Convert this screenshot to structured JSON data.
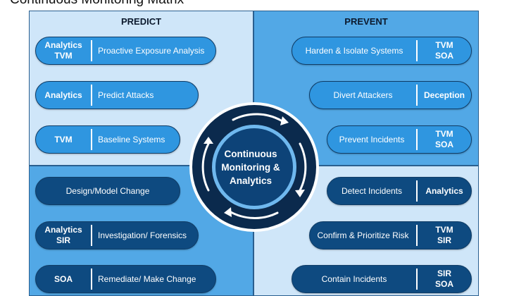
{
  "title": "Continuous Monitoring Matrix",
  "quadrants": {
    "predict": {
      "header": "PREDICT"
    },
    "prevent": {
      "header": "PREVENT"
    }
  },
  "center": {
    "line1": "Continuous",
    "line2": "Monitoring &",
    "line3": "Analytics"
  },
  "pills": {
    "tl1": {
      "tag1": "Analytics",
      "tag2": "TVM",
      "label": "Proactive Exposure Analysis"
    },
    "tl2": {
      "tag1": "Analytics",
      "label": "Predict Attacks"
    },
    "tl3": {
      "tag1": "TVM",
      "label": "Baseline Systems"
    },
    "tr1": {
      "tag1": "TVM",
      "tag2": "SOA",
      "label": "Harden & Isolate Systems"
    },
    "tr2": {
      "tag1": "Deception",
      "label": "Divert Attackers"
    },
    "tr3": {
      "tag1": "TVM",
      "tag2": "SOA",
      "label": "Prevent Incidents"
    },
    "bl1": {
      "label": "Design/Model Change"
    },
    "bl2": {
      "tag1": "Analytics",
      "tag2": "SIR",
      "label": "Investigation/ Forensics"
    },
    "bl3": {
      "tag1": "SOA",
      "label": "Remediate/ Make Change"
    },
    "br1": {
      "tag1": "Analytics",
      "label": "Detect Incidents"
    },
    "br2": {
      "tag1": "TVM",
      "tag2": "SIR",
      "label": "Confirm & Prioritize Risk"
    },
    "br3": {
      "tag1": "SIR",
      "tag2": "SOA",
      "label": "Contain Incidents"
    }
  },
  "colors": {
    "light_quadrant": "#cfe6f9",
    "dark_quadrant": "#52a8e6",
    "light_pill": "#2f96e0",
    "dark_pill": "#0e4a80",
    "center_ring": "#0b2a4d"
  }
}
